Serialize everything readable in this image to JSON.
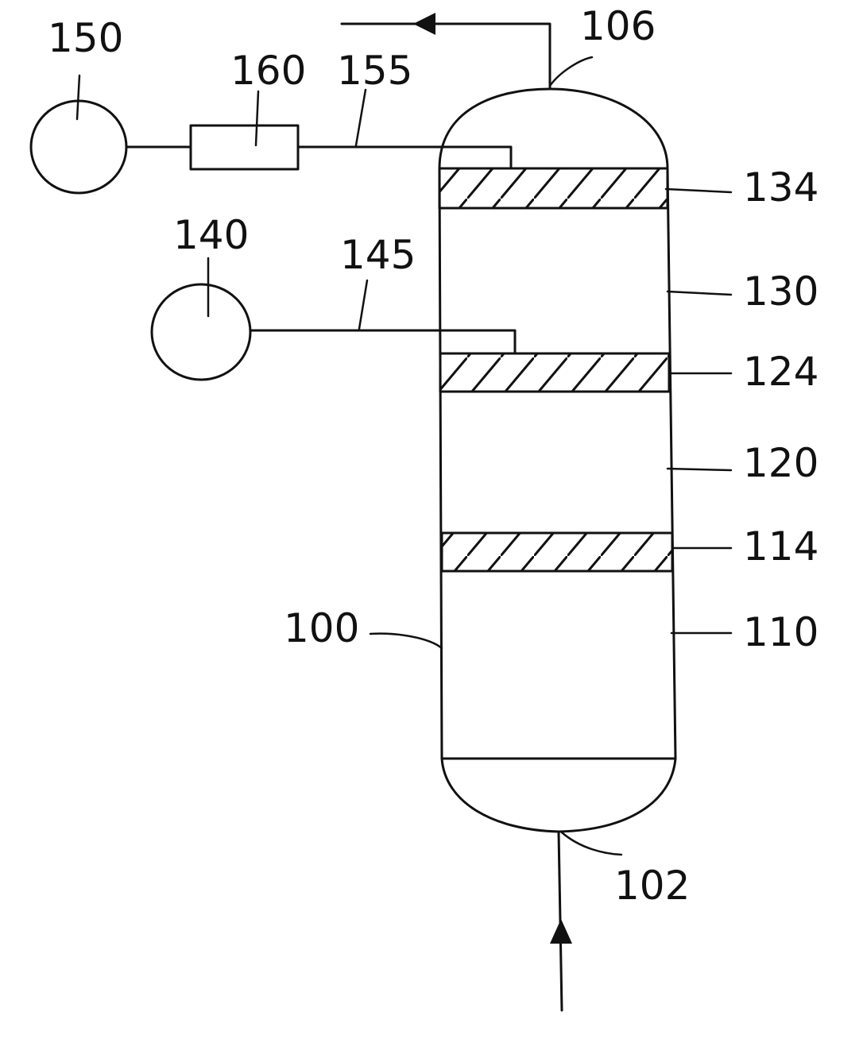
{
  "labels": {
    "vessel": "100",
    "inlet": "102",
    "outlet": "106",
    "zone_lower": "110",
    "bed_lower": "114",
    "zone_middle": "120",
    "bed_middle": "124",
    "zone_upper": "130",
    "bed_upper": "134",
    "source_middle": "140",
    "line_middle": "145",
    "source_upper": "150",
    "line_upper": "155",
    "device_upper": "160"
  },
  "colors": {
    "ink": "#111111",
    "background": "#ffffff"
  }
}
